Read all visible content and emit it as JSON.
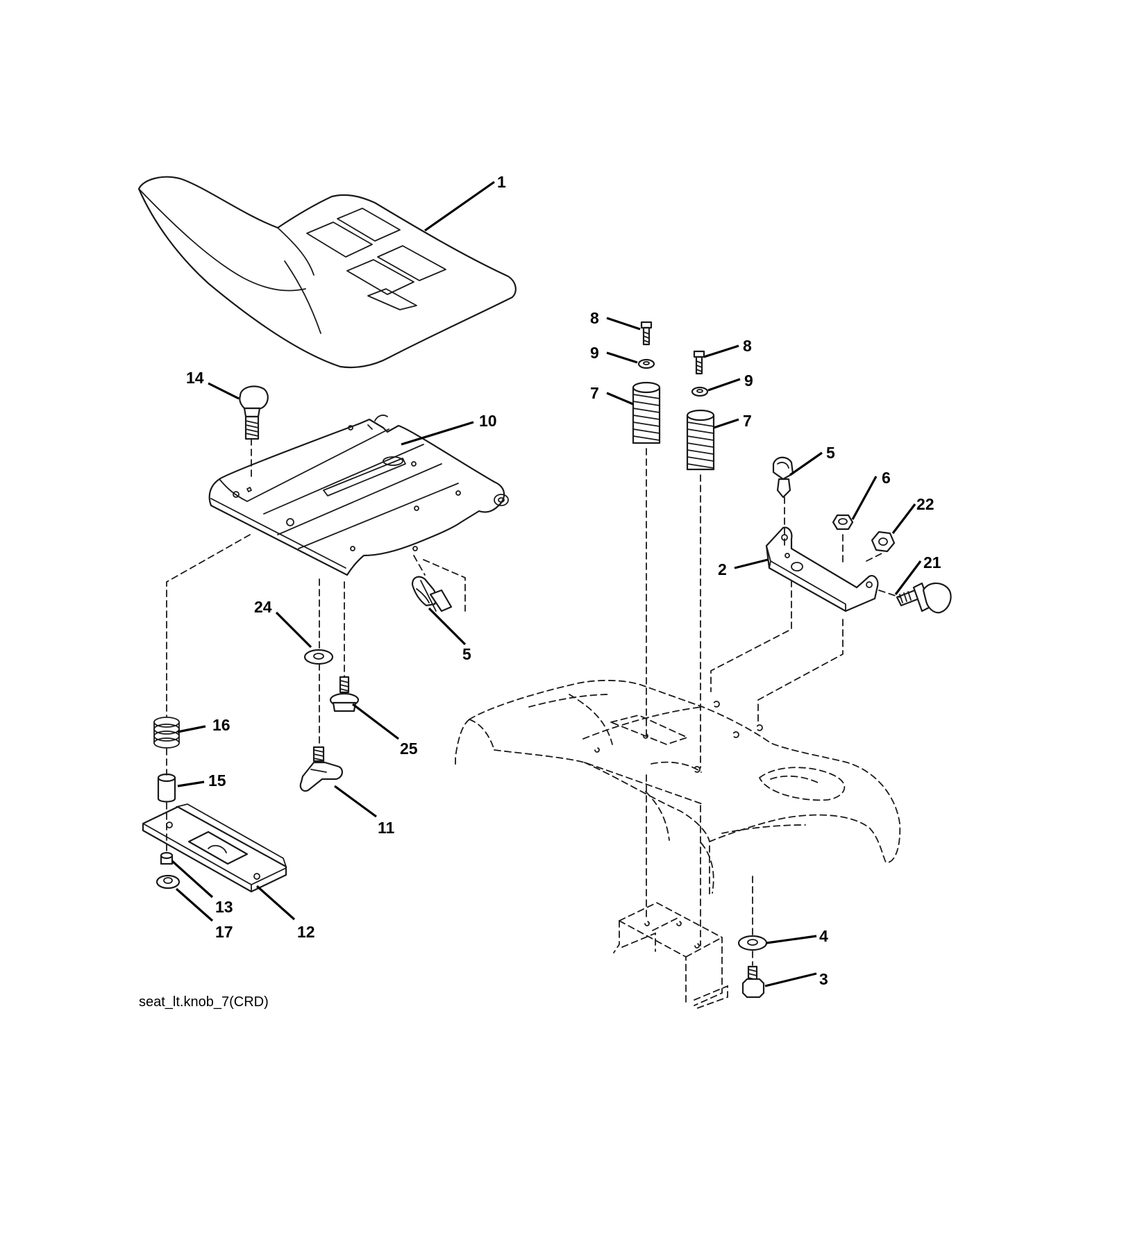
{
  "diagram": {
    "caption": "seat_lt.knob_7(CRD)",
    "callouts": [
      {
        "id": "c1",
        "label": "1"
      },
      {
        "id": "c14",
        "label": "14"
      },
      {
        "id": "c10",
        "label": "10"
      },
      {
        "id": "c24",
        "label": "24"
      },
      {
        "id": "c5a",
        "label": "5"
      },
      {
        "id": "c25",
        "label": "25"
      },
      {
        "id": "c16",
        "label": "16"
      },
      {
        "id": "c15",
        "label": "15"
      },
      {
        "id": "c11",
        "label": "11"
      },
      {
        "id": "c13",
        "label": "13"
      },
      {
        "id": "c17",
        "label": "17"
      },
      {
        "id": "c12",
        "label": "12"
      },
      {
        "id": "c8a",
        "label": "8"
      },
      {
        "id": "c9a",
        "label": "9"
      },
      {
        "id": "c7a",
        "label": "7"
      },
      {
        "id": "c8b",
        "label": "8"
      },
      {
        "id": "c9b",
        "label": "9"
      },
      {
        "id": "c7b",
        "label": "7"
      },
      {
        "id": "c5b",
        "label": "5"
      },
      {
        "id": "c6",
        "label": "6"
      },
      {
        "id": "c22",
        "label": "22"
      },
      {
        "id": "c2",
        "label": "2"
      },
      {
        "id": "c21",
        "label": "21"
      },
      {
        "id": "c4",
        "label": "4"
      },
      {
        "id": "c3",
        "label": "3"
      }
    ]
  }
}
